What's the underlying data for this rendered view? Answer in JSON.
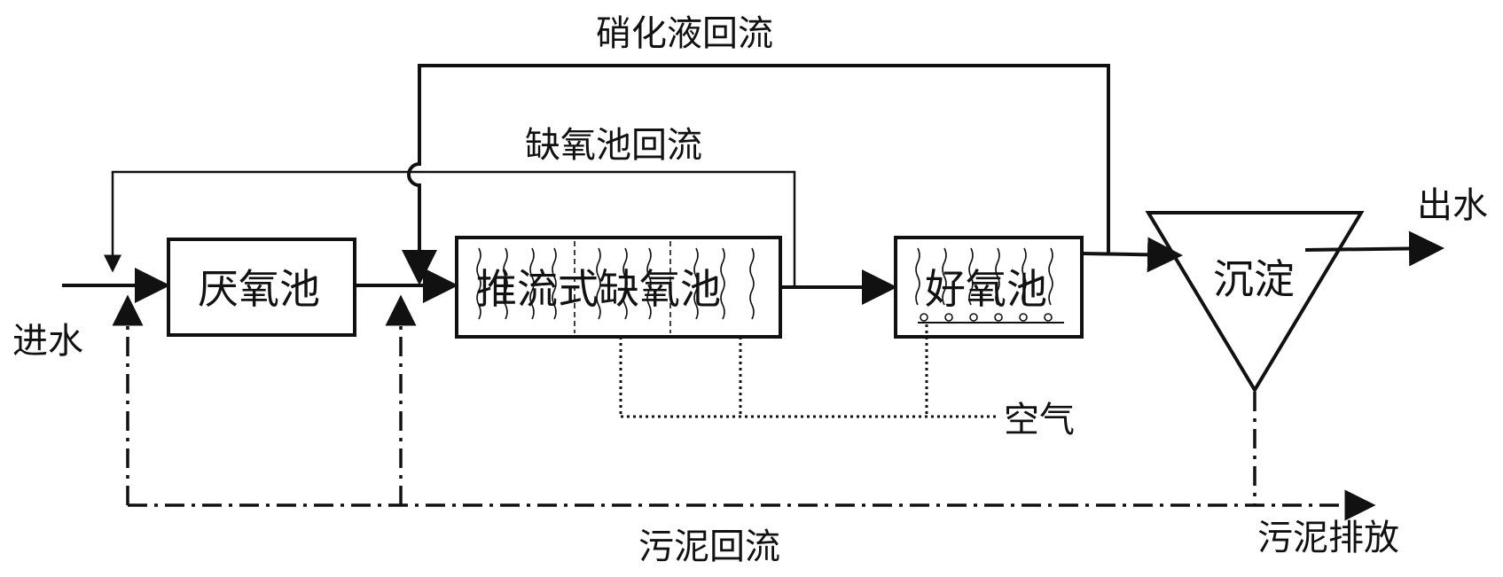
{
  "diagram": {
    "units": {
      "anaerobic": "厌氧池",
      "anoxic": "推流式缺氧池",
      "aerobic": "好氧池",
      "settler": "沉淀"
    },
    "flows": {
      "influent": "进水",
      "effluent": "出水",
      "nitrified_recycle": "硝化液回流",
      "anoxic_recycle": "缺氧池回流",
      "air": "空气",
      "sludge_recycle": "污泥回流",
      "sludge_discharge": "污泥排放"
    },
    "colors": {
      "line": "#111111",
      "background": "#ffffff"
    }
  }
}
